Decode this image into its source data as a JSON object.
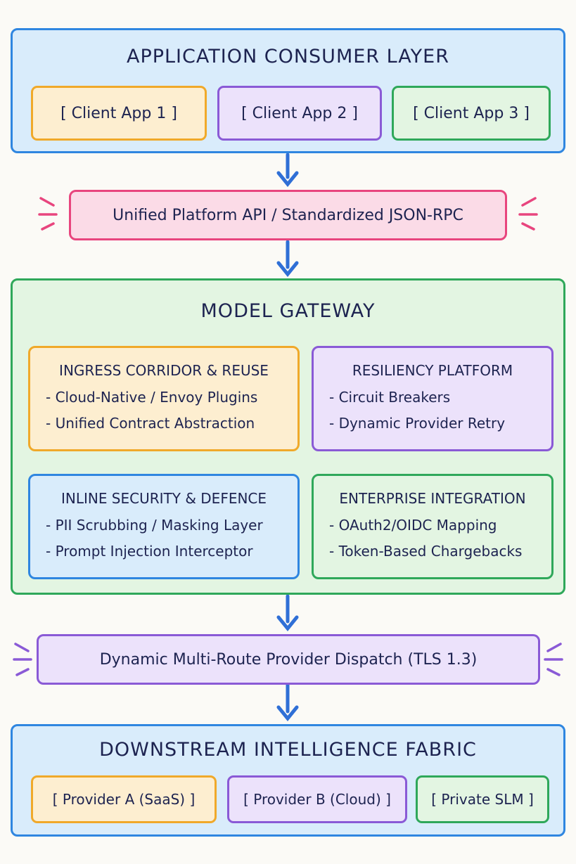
{
  "colors": {
    "blue": "#2f86e0",
    "green": "#2fa85a",
    "orange": "#f0a92a",
    "purple": "#8a5ad6",
    "pink": "#e8457e",
    "text": "#1d2350"
  },
  "consumer_layer": {
    "title": "APPLICATION CONSUMER LAYER",
    "clients": [
      "[ Client App 1 ]",
      "[ Client App 2 ]",
      "[ Client App 3 ]"
    ]
  },
  "platform_api": {
    "label": "Unified Platform API / Standardized JSON-RPC"
  },
  "gateway": {
    "title": "MODEL GATEWAY",
    "panels": [
      {
        "title": "INGRESS CORRIDOR & REUSE",
        "items": [
          "- Cloud-Native / Envoy Plugins",
          "- Unified Contract Abstraction"
        ]
      },
      {
        "title": "RESILIENCY PLATFORM",
        "items": [
          "- Circuit Breakers",
          "- Dynamic Provider Retry"
        ]
      },
      {
        "title": "INLINE SECURITY & DEFENCE",
        "items": [
          "- PII Scrubbing / Masking Layer",
          "- Prompt Injection Interceptor"
        ]
      },
      {
        "title": "ENTERPRISE INTEGRATION",
        "items": [
          "- OAuth2/OIDC Mapping",
          "- Token-Based Chargebacks"
        ]
      }
    ]
  },
  "dispatch": {
    "label": "Dynamic Multi-Route Provider Dispatch (TLS 1.3)"
  },
  "fabric": {
    "title": "DOWNSTREAM INTELLIGENCE FABRIC",
    "providers": [
      "[ Provider A (SaaS) ]",
      "[ Provider B (Cloud) ]",
      "[ Private SLM ]"
    ]
  }
}
